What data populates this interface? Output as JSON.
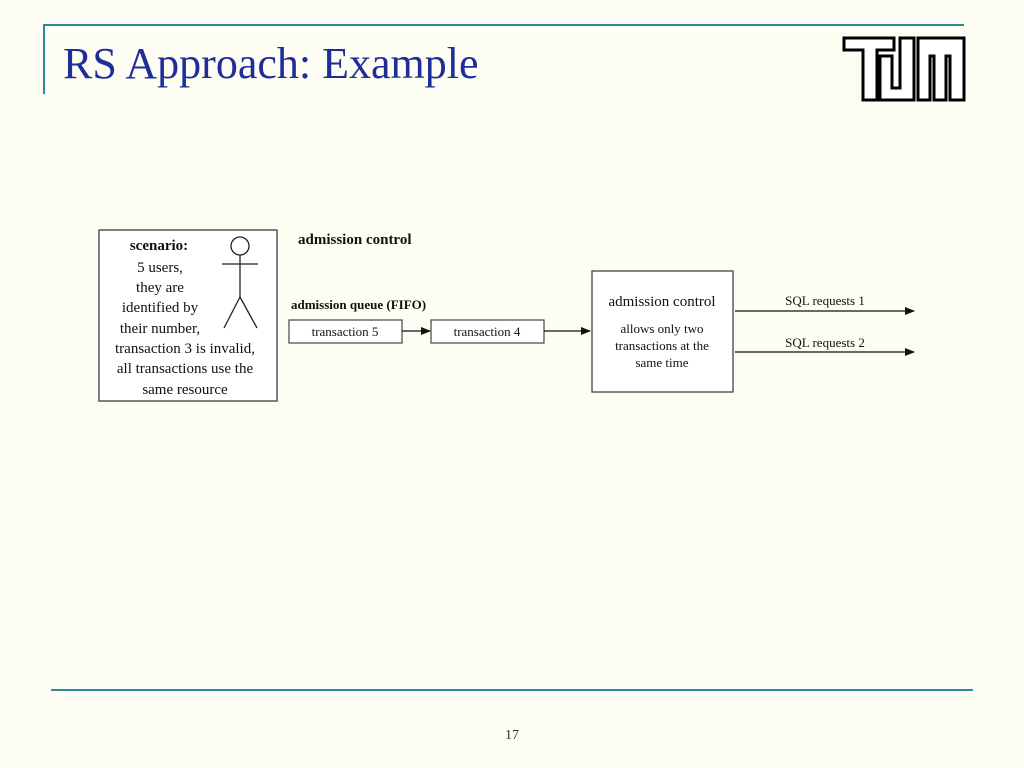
{
  "slide": {
    "title": "RS Approach: Example",
    "page_number": "17"
  },
  "diagram": {
    "scenario": {
      "heading": "scenario:",
      "lines": [
        "5 users,",
        "they are",
        "identified by",
        "their number,",
        "transaction 3 is invalid,",
        "all transactions use the",
        "same resource"
      ]
    },
    "section_label": "admission control",
    "queue_label": "admission queue (FIFO)",
    "queue_items": [
      "transaction 5",
      "transaction 4"
    ],
    "control_box": {
      "title": "admission control",
      "lines": [
        "allows only two",
        "transactions at the",
        "same time"
      ]
    },
    "outputs": [
      "SQL requests 1",
      "SQL requests 2"
    ]
  },
  "colors": {
    "accent": "#2b8a9e",
    "title": "#1f2d9a",
    "background": "#fdfdf3"
  }
}
